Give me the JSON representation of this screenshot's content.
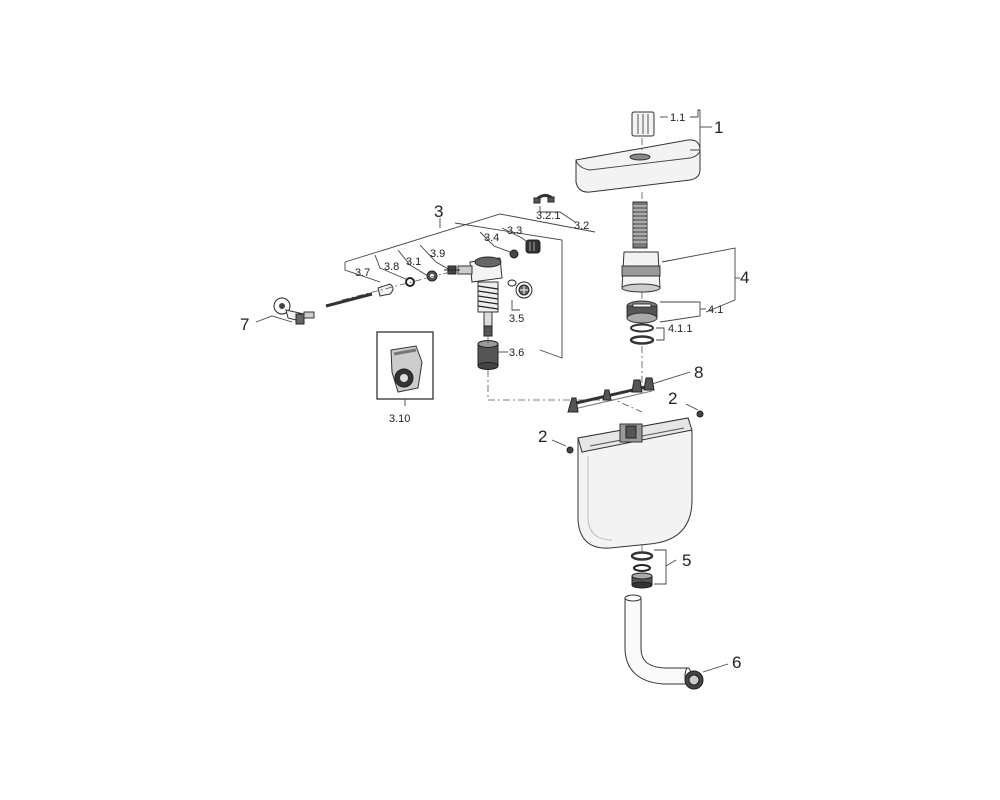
{
  "labels": {
    "l1": "1",
    "l1_1": "1.1",
    "l2a": "2",
    "l2b": "2",
    "l3": "3",
    "l3_1": "3.1",
    "l3_2": "3.2",
    "l3_2_1": "3.2.1",
    "l3_3": "3.3",
    "l3_4": "3.4",
    "l3_5": "3.5",
    "l3_6": "3.6",
    "l3_7": "3.7",
    "l3_8": "3.8",
    "l3_9": "3.9",
    "l3_10": "3.10",
    "l4": "4",
    "l4_1": "4.1",
    "l4_1_1": "4.1.1",
    "l5": "5",
    "l6": "6",
    "l7": "7",
    "l8": "8"
  }
}
